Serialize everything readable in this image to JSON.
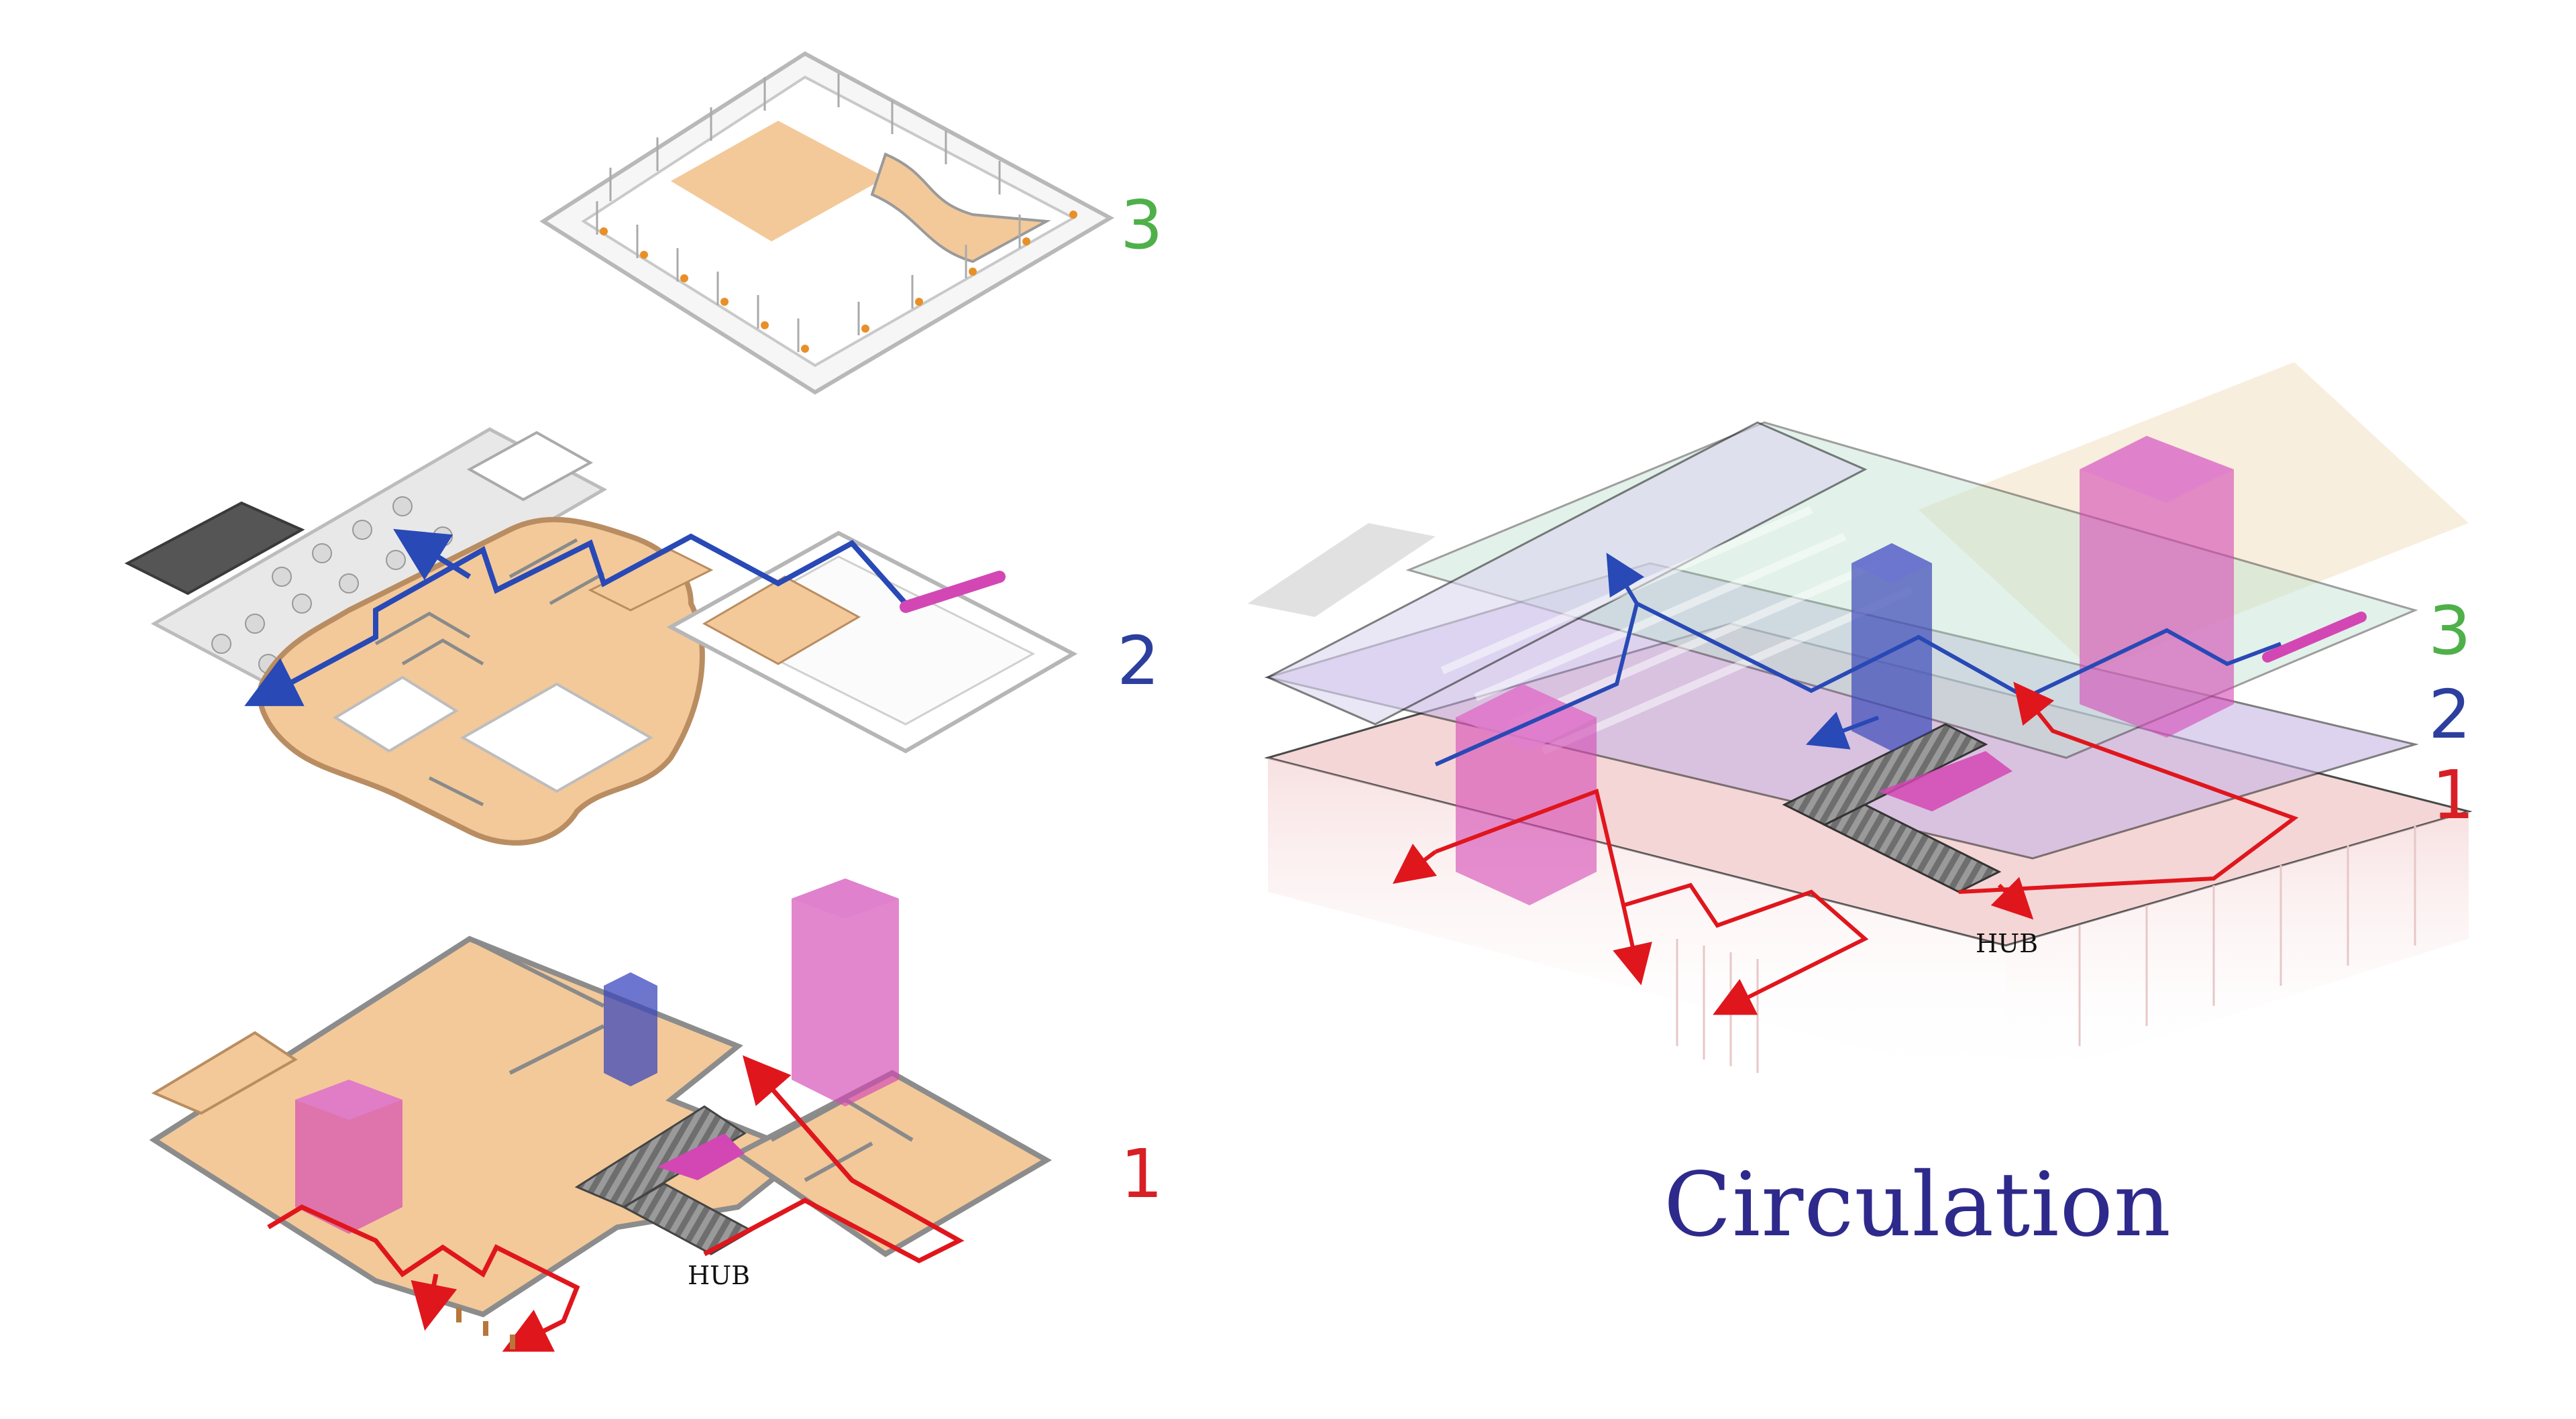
{
  "title": "Circulation",
  "hub_label": "HUB",
  "levels": [
    {
      "label": "3",
      "color": "#4fb04a"
    },
    {
      "label": "2",
      "color": "#2c3f9e"
    },
    {
      "label": "1",
      "color": "#d81f26"
    }
  ],
  "colors": {
    "floor": "#f3c99a",
    "wall": "#cfcfcf",
    "magenta_core": "#d347b4",
    "blue_core": "#3c48b8",
    "route_red": "#e0161d",
    "route_blue": "#2849b6",
    "title": "#2e2a8c"
  }
}
